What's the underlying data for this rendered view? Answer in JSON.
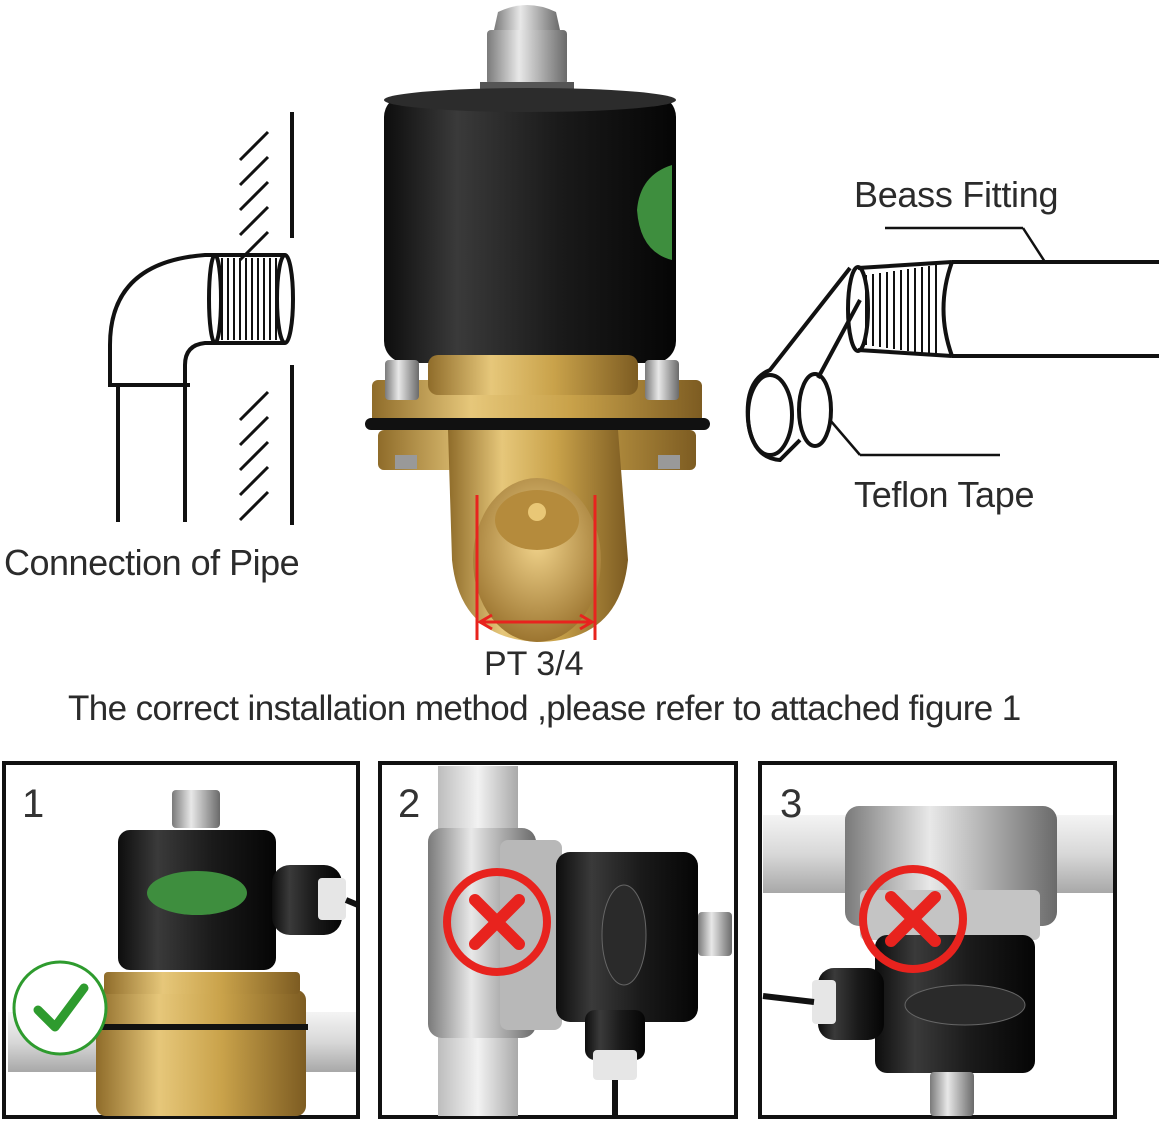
{
  "labels": {
    "connection_of_pipe": "Connection of Pipe",
    "beass_fitting": "Beass Fitting",
    "teflon_tape": "Teflon Tape",
    "pt_size": "PT 3/4",
    "caption": "The correct installation method ,please refer to attached figure 1"
  },
  "panels": [
    {
      "number": "1",
      "status": "correct",
      "status_icon": "check-icon",
      "status_color": "#2e9b2e"
    },
    {
      "number": "2",
      "status": "incorrect",
      "status_icon": "cross-icon",
      "status_color": "#e8231e"
    },
    {
      "number": "3",
      "status": "incorrect",
      "status_icon": "cross-icon",
      "status_color": "#e8231e"
    }
  ],
  "colors": {
    "brass": "#c9a24a",
    "coil_black": "#1c1c1c",
    "sticker_green": "#3e8e3e",
    "dimension_red": "#e8231e",
    "pipe_gray": "#dcdcdc"
  }
}
